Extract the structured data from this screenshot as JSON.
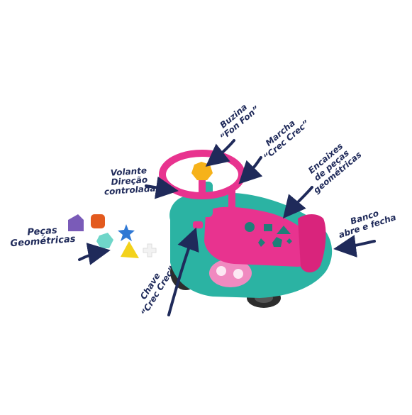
{
  "labels": {
    "buzina": {
      "line1": "Buzina",
      "line2": "“Fon Fon”"
    },
    "marcha": {
      "line1": "Marcha",
      "line2": "“Crec Crec”"
    },
    "encaixes": {
      "line1": "Encaixes",
      "line2": "de peças",
      "line3": "geométricas"
    },
    "volante": {
      "line1": "Volante",
      "line2": "Direção",
      "line3": "controlada"
    },
    "pecas": {
      "line1": "Peças",
      "line2": "Geométricas"
    },
    "banco": {
      "line1": "Banco",
      "line2": "abre e fecha"
    },
    "chave": {
      "line1": "Chave",
      "line2": "“Crec Crec”"
    }
  },
  "colors": {
    "label_text": "#1f2a5a",
    "arrow": "#1f2a5a",
    "body_teal": "#2bb3a3",
    "seat_pink": "#e8338f",
    "wheel_dark": "#2d2d2d",
    "steering_pink": "#e8338f",
    "horn_yellow": "#f6b21a"
  }
}
